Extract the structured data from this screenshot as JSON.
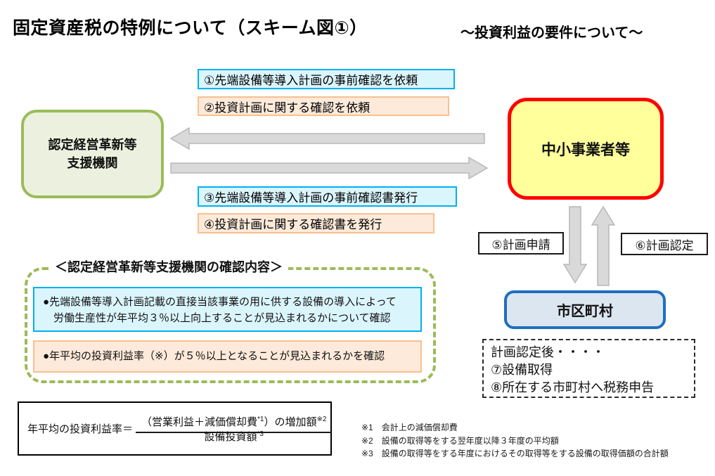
{
  "title": "固定資産税の特例について（スキーム図①）",
  "subtitle": "～投資利益の要件について～",
  "colors": {
    "cyan_border": "#00b0f0",
    "cyan_fill": "#dbf5fd",
    "orange_border": "#fabf8f",
    "orange_fill": "#fdeada",
    "green_border": "#9bbb59",
    "green_fill": "#ebf1de",
    "yellow_fill": "#ffff9c",
    "red_border": "#fe0000",
    "blue_border": "#1e6fbf",
    "blue_fill": "#dce6f1",
    "arrow_gray": "#d9d9d9"
  },
  "flow": {
    "support_org": {
      "line1": "認定経営革新等",
      "line2": "支援機関"
    },
    "sme": "中小事業者等",
    "municipality": "市区町村",
    "steps": {
      "step1": "①先端設備等導入計画の事前確認を依頼",
      "step2": "②投資計画に関する確認を依頼",
      "step3": "③先端設備等導入計画の事前確認書発行",
      "step4": "④投資計画に関する確認書を発行",
      "step5": "⑤計画申請",
      "step6": "⑥計画認定"
    },
    "after_certification": {
      "lines": [
        "計画認定後・・・・",
        "⑦設備取得",
        "⑧所在する市町村へ税務申告"
      ]
    }
  },
  "confirmation": {
    "title": "＜認定経営革新等支援機関の確認内容＞",
    "item1_line1": "●先端設備等導入計画記載の直接当該事業の用に供する設備の導入によって",
    "item1_line2": "労働生産性が年平均３％以上向上することが見込まれるかについて確認",
    "item2": "●年平均の投資利益率（※）が５％以上となることが見込まれるかを確認"
  },
  "formula": {
    "lhs": "年平均の投資利益率＝",
    "num_open": "（営業利益＋減価償却費",
    "num_sup1": "*1",
    "num_mid": "）の増加額",
    "num_sup2": "※2",
    "den": "設備投資額",
    "den_sup": "*3"
  },
  "footnotes": [
    "※1　会計上の減価償却費",
    "※2　設備の取得等をする翌年度以降３年度の平均額",
    "※3　設備の取得等をする年度におけるその取得等をする設備の取得価額の合計額"
  ]
}
